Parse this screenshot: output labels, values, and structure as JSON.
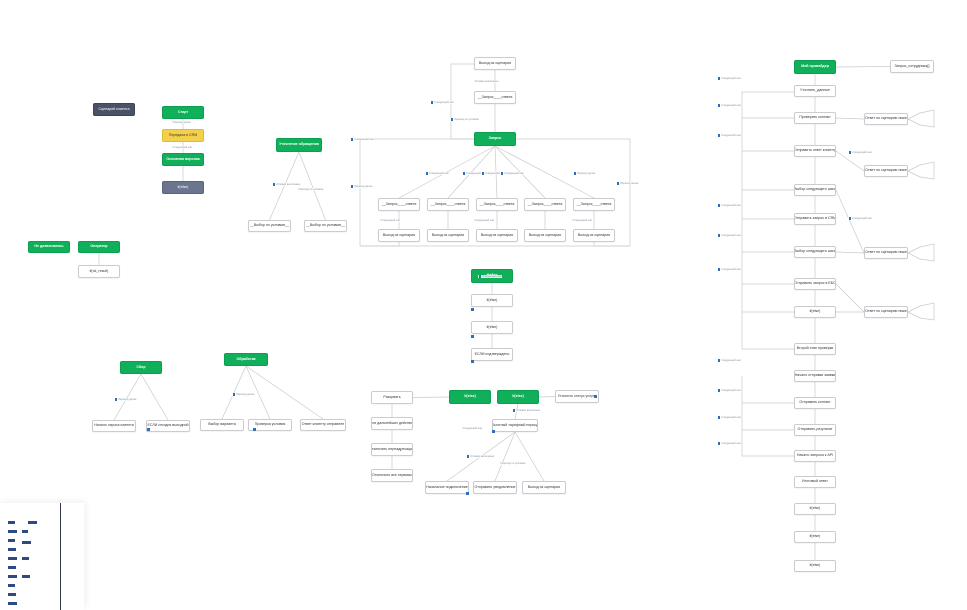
{
  "nodes": [
    {
      "id": "left_dark",
      "label": "Сценарий клиента",
      "style": "dark"
    },
    {
      "id": "left_g1",
      "label": "Старт",
      "style": "green"
    },
    {
      "id": "left_y",
      "label": "Передача в CRM",
      "style": "yellow"
    },
    {
      "id": "left_g2",
      "label": "Основная воронка",
      "style": "green"
    },
    {
      "id": "left_s",
      "label": "if(else)",
      "style": "slate"
    },
    {
      "id": "mid_g",
      "label": "Уточнение обращения",
      "style": "green"
    },
    {
      "id": "mid_w1",
      "label": "__Выбор по условию__",
      "style": "white"
    },
    {
      "id": "mid_w2",
      "label": "__Выбор по условию__",
      "style": "white"
    },
    {
      "id": "sl_g1",
      "label": "Не дозвонились",
      "style": "green"
    },
    {
      "id": "sl_g2",
      "label": "Оператор",
      "style": "green"
    },
    {
      "id": "sl_w",
      "label": "if(ok_result)",
      "style": "white"
    },
    {
      "id": "bl_g1",
      "label": "Сбор",
      "style": "green"
    },
    {
      "id": "bl_w1",
      "label": "Начало опроса клиента",
      "style": "white"
    },
    {
      "id": "bl_w2",
      "label": "ЕСЛИ сегодня выходной",
      "style": "white"
    },
    {
      "id": "bl_g2",
      "label": "Обработка",
      "style": "green"
    },
    {
      "id": "bl_w3",
      "label": "Выбор варианта",
      "style": "white"
    },
    {
      "id": "bl_w4",
      "label": "Проверка условия",
      "style": "white"
    },
    {
      "id": "bl_w5",
      "label": "Ответ клиенту отправлен",
      "style": "white"
    },
    {
      "id": "ct_top",
      "label": "Выход из сценария",
      "style": "white"
    },
    {
      "id": "ct_w2",
      "label": "__Запрос____ответа",
      "style": "white"
    },
    {
      "id": "ct_g",
      "label": "Запрос",
      "style": "green"
    },
    {
      "id": "ct_b1",
      "label": "__Запрос____ответа",
      "style": "white"
    },
    {
      "id": "ct_b2",
      "label": "__Запрос____ответа",
      "style": "white"
    },
    {
      "id": "ct_b3",
      "label": "__Запрос____ответа",
      "style": "white"
    },
    {
      "id": "ct_b4",
      "label": "__Запрос____ответа",
      "style": "white"
    },
    {
      "id": "ct_b5",
      "label": "__Запрос____ответа",
      "style": "white"
    },
    {
      "id": "ct_c1",
      "label": "Выход из сценария",
      "style": "white"
    },
    {
      "id": "ct_c2",
      "label": "Выход из сценария",
      "style": "white"
    },
    {
      "id": "ct_c3",
      "label": "Выход из сценария",
      "style": "white"
    },
    {
      "id": "ct_c4",
      "label": "Выход из сценария",
      "style": "white"
    },
    {
      "id": "ct_c5",
      "label": "Выход из сценария",
      "style": "white"
    },
    {
      "id": "cm_g",
      "label": "Найти",
      "style": "green"
    },
    {
      "id": "cm_w1",
      "label": "if(else)",
      "style": "white"
    },
    {
      "id": "cm_w2",
      "label": "if(else)",
      "style": "white"
    },
    {
      "id": "cm_w3",
      "label": "ЕСЛИ подтверждено",
      "style": "white"
    },
    {
      "id": "bc_w0",
      "label": "Разорвать",
      "style": "white"
    },
    {
      "id": "bc_w1",
      "label": "Для дальнейших действий",
      "style": "white"
    },
    {
      "id": "bc_w2",
      "label": "Отключить переадресацию",
      "style": "white"
    },
    {
      "id": "bc_w3",
      "label": "Отключить все сервисы",
      "style": "white"
    },
    {
      "id": "bc_g1",
      "label": "if(else)",
      "style": "green"
    },
    {
      "id": "bc_g2",
      "label": "if(else)",
      "style": "green"
    },
    {
      "id": "bc_wr",
      "label": "Уточнить статус услуги",
      "style": "white"
    },
    {
      "id": "bc_wm",
      "label": "Льготный тарифный период",
      "style": "white"
    },
    {
      "id": "bc_l1",
      "label": "Начальное подключение",
      "style": "white"
    },
    {
      "id": "bc_l2",
      "label": "Отправить уведомление",
      "style": "white"
    },
    {
      "id": "bc_l3",
      "label": "Выход из сценария",
      "style": "white"
    },
    {
      "id": "rt_g",
      "label": "Мой провайдер",
      "style": "green"
    },
    {
      "id": "rt_side",
      "label": "Запрос_сотрудника{}",
      "style": "white"
    },
    {
      "id": "rt_r1",
      "label": "Уточнить_данные",
      "style": "white"
    },
    {
      "id": "rt_r2",
      "label": "Проверить контакт",
      "style": "white"
    },
    {
      "id": "rt_r3",
      "label": "Отправить ответ клиенту",
      "style": "white"
    },
    {
      "id": "rt_r4",
      "label": "Выбор следующего шага",
      "style": "white"
    },
    {
      "id": "rt_r5",
      "label": "Отправить запрос в CRM",
      "style": "white"
    },
    {
      "id": "rt_r6",
      "label": "Выбор следующего шага",
      "style": "white"
    },
    {
      "id": "rt_r7",
      "label": "Отправить запрос в ЕБС",
      "style": "white"
    },
    {
      "id": "rt_r8",
      "label": "if(else)",
      "style": "white"
    },
    {
      "id": "rt_r9",
      "label": "Второй этап проверки",
      "style": "white"
    },
    {
      "id": "rt_r10",
      "label": "Начало отправки заявки",
      "style": "white"
    },
    {
      "id": "rt_r11",
      "label": "Отправить контакт",
      "style": "white"
    },
    {
      "id": "rt_r12",
      "label": "Отправить результат",
      "style": "white"
    },
    {
      "id": "rt_r13",
      "label": "Начало запроса к API",
      "style": "white"
    },
    {
      "id": "rt_r14",
      "label": "Итоговый ответ",
      "style": "white"
    },
    {
      "id": "rt_r15",
      "label": "if(else)",
      "style": "white"
    },
    {
      "id": "rt_r16",
      "label": "if(else)",
      "style": "white"
    },
    {
      "id": "rt_r17",
      "label": "if(else)",
      "style": "white"
    },
    {
      "id": "rt_s1",
      "label": "Ответ по сценарию ниже",
      "style": "white"
    },
    {
      "id": "rt_s2",
      "label": "Ответ по сценарию ниже",
      "style": "white"
    },
    {
      "id": "rt_s3",
      "label": "Ответ по сценарию ниже",
      "style": "white"
    },
    {
      "id": "rt_s4",
      "label": "Ответ по сценарию ниже",
      "style": "white"
    }
  ],
  "edge_labels": [
    {
      "id": "el1",
      "text": "Переход далее",
      "badge": false
    },
    {
      "id": "el2",
      "text": "Следующий шаг",
      "badge": false
    },
    {
      "id": "el3",
      "text": "Условие выполнено",
      "badge": true
    },
    {
      "id": "el4",
      "text": "Переход по условию",
      "badge": false
    },
    {
      "id": "el5",
      "text": "Следующий шаг",
      "badge": true
    },
    {
      "id": "el6",
      "text": "Условие выполнено",
      "badge": false
    },
    {
      "id": "el7",
      "text": "Переход по условию",
      "badge": true
    },
    {
      "id": "el8",
      "text": "Следующий шаг",
      "badge": true
    },
    {
      "id": "el9",
      "text": "Следующий шаг",
      "badge": true
    },
    {
      "id": "el10",
      "text": "Следующий шаг",
      "badge": true
    },
    {
      "id": "el11",
      "text": "Следующий шаг",
      "badge": true
    },
    {
      "id": "el12",
      "text": "Следующий шаг",
      "badge": true
    },
    {
      "id": "el13",
      "text": "Переход далее",
      "badge": true
    },
    {
      "id": "el14",
      "text": "Переход далее",
      "badge": true
    },
    {
      "id": "el15",
      "text": "Переход далее",
      "badge": true
    },
    {
      "id": "el16",
      "text": "Следующий шаг",
      "badge": false
    },
    {
      "id": "el17",
      "text": "Следующий шаг",
      "badge": false
    },
    {
      "id": "el18",
      "text": "Следующий шаг",
      "badge": false
    },
    {
      "id": "el19",
      "text": "Переход далее",
      "badge": true
    },
    {
      "id": "el20",
      "text": "Переход далее",
      "badge": true
    },
    {
      "id": "el21",
      "text": "Условие выполнено",
      "badge": true
    },
    {
      "id": "el22",
      "text": "Следующий шаг",
      "badge": false
    },
    {
      "id": "el23",
      "text": "Условие выполнено",
      "badge": true
    },
    {
      "id": "el24",
      "text": "Переход по условию",
      "badge": false
    },
    {
      "id": "el25",
      "text": "Следующий шаг",
      "badge": true
    },
    {
      "id": "el26",
      "text": "Следующий шаг",
      "badge": true
    },
    {
      "id": "el27",
      "text": "Следующий шаг",
      "badge": true
    },
    {
      "id": "el28",
      "text": "Следующий шаг",
      "badge": true
    },
    {
      "id": "el29",
      "text": "Следующий шаг",
      "badge": true
    },
    {
      "id": "el30",
      "text": "Следующий шаг",
      "badge": true
    },
    {
      "id": "el31",
      "text": "Следующий шаг",
      "badge": true
    },
    {
      "id": "el32",
      "text": "Следующий шаг",
      "badge": true
    },
    {
      "id": "el33",
      "text": "Следующий шаг",
      "badge": true
    },
    {
      "id": "el34",
      "text": "Следующий шаг",
      "badge": true
    },
    {
      "id": "el35",
      "text": "Следующий шаг",
      "badge": true
    },
    {
      "id": "el36",
      "text": "Следующий шаг",
      "badge": true
    },
    {
      "id": "el37",
      "text": "Следующий шаг",
      "badge": true
    }
  ],
  "colors": {
    "green": "#10b05a",
    "dark": "#4a5268",
    "yellow": "#f4cf4a",
    "slate": "#6b7590",
    "edge": "#c7cad0",
    "badge": "#2f6fb5",
    "minimap_bar": "#2b4a86"
  }
}
